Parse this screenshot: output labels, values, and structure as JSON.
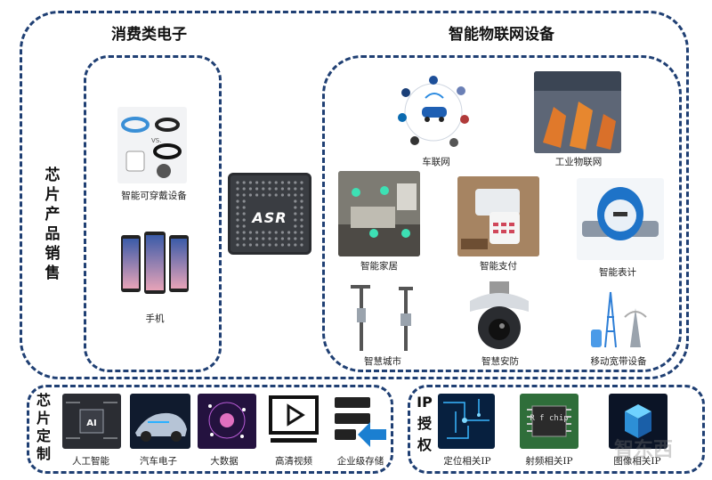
{
  "chip_sales": {
    "label": "芯片产品销售",
    "consumer": {
      "title": "消费类电子",
      "items": [
        {
          "label": "智能可穿戴设备",
          "icon": "smartwatch-wristband-icon"
        },
        {
          "label": "手机",
          "icon": "smartphone-icon"
        }
      ]
    },
    "chip_logo": {
      "text": "ASR",
      "icon": "asr-chip-icon"
    },
    "iot": {
      "title": "智能物联网设备",
      "items": [
        {
          "label": "车联网",
          "icon": "connected-car-icon"
        },
        {
          "label": "工业物联网",
          "icon": "industrial-robot-icon"
        },
        {
          "label": "智能家居",
          "icon": "smart-home-icon"
        },
        {
          "label": "智能支付",
          "icon": "payment-terminal-icon"
        },
        {
          "label": "智能表计",
          "icon": "water-meter-icon"
        },
        {
          "label": "智慧城市",
          "icon": "street-light-icon"
        },
        {
          "label": "智慧安防",
          "icon": "security-camera-icon"
        },
        {
          "label": "移动宽带设备",
          "icon": "mobile-broadband-tower-icon"
        }
      ]
    }
  },
  "chip_custom": {
    "label": "芯片定制",
    "items": [
      {
        "label": "人工智能",
        "icon": "ai-chip-icon"
      },
      {
        "label": "汽车电子",
        "icon": "car-electronics-icon"
      },
      {
        "label": "大数据",
        "icon": "big-data-icon"
      },
      {
        "label": "高清视频",
        "icon": "video-play-icon"
      },
      {
        "label": "企业级存储",
        "icon": "enterprise-storage-icon"
      }
    ]
  },
  "ip_license": {
    "label": "IP授权",
    "items": [
      {
        "label": "定位相关IP",
        "icon": "positioning-circuit-icon"
      },
      {
        "label": "射频相关IP",
        "icon": "rf-chip-icon",
        "chip_text": "R f chip"
      },
      {
        "label": "图像相关IP",
        "icon": "image-processing-icon"
      }
    ]
  },
  "watermark": {
    "text": "智东西"
  },
  "colors": {
    "border": "#1f3f73",
    "chip": "#3a3d42"
  }
}
